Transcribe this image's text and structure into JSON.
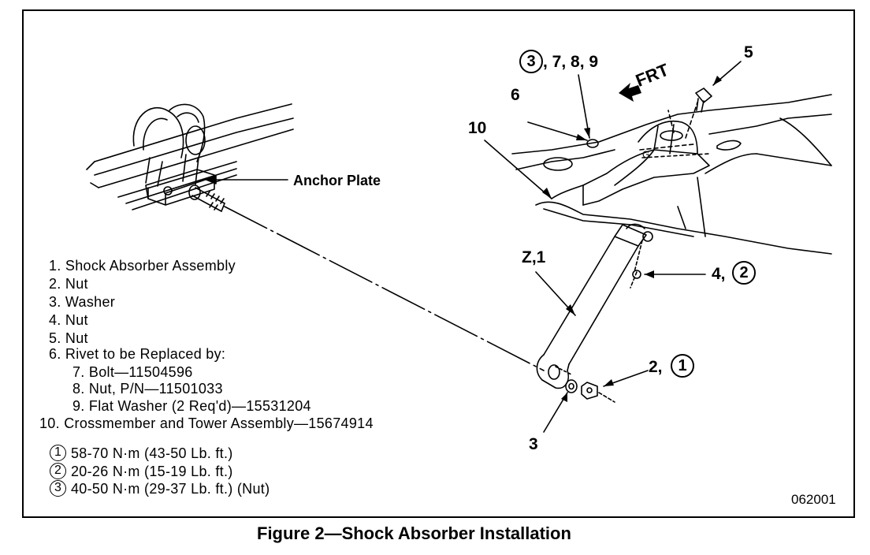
{
  "figure": {
    "caption": "Figure 2—Shock Absorber Installation",
    "id": "062001"
  },
  "labels": {
    "anchor_plate": "Anchor Plate",
    "frt": "FRT",
    "c3789_circ": "3",
    "c3789_rest": ", 7, 8, 9",
    "c5": "5",
    "c6": "6",
    "c10": "10",
    "cz1": "Z,1",
    "c42_num": "4,",
    "c42_circ": "2",
    "c21_num": "2,",
    "c21_circ": "1",
    "c3": "3"
  },
  "legend": [
    "1. Shock Absorber Assembly",
    "2. Nut",
    "3. Washer",
    "4. Nut",
    "5. Nut",
    "6. Rivet to be Replaced by:",
    "7. Bolt—11504596",
    "8. Nut, P/N—11501033",
    "9. Flat Washer (2 Req'd)—15531204",
    "10. Crossmember and Tower Assembly—15674914"
  ],
  "torque": [
    {
      "ref": "1",
      "text": "58-70 N·m (43-50 Lb. ft.)"
    },
    {
      "ref": "2",
      "text": "20-26 N·m (15-19 Lb. ft.)"
    },
    {
      "ref": "3",
      "text": "40-50 N·m (29-37 Lb. ft.) (Nut)"
    }
  ]
}
